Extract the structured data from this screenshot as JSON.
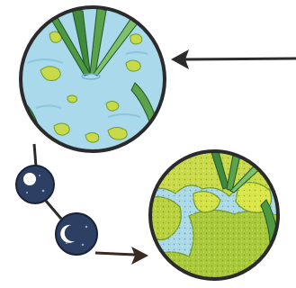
{
  "panels": [
    {
      "id": "before",
      "water_color": "#a9d9ea",
      "algae_level": "low"
    },
    {
      "id": "after",
      "water_color": "#a9d9ea",
      "algae_level": "high"
    }
  ],
  "colors": {
    "outline": "#2b2b2b",
    "water": "#a9d9ea",
    "algae_light": "#d9e64a",
    "algae_mid": "#a8c93a",
    "algae_dark": "#6f9a2e",
    "grass": "#3f8a3c",
    "grass_light": "#7fc06a",
    "moon_body": "#2d3f63",
    "arrow": "#3a2a22"
  },
  "icons": [
    "arrow-left-icon",
    "moon-phase-icon",
    "arrow-right-icon"
  ]
}
